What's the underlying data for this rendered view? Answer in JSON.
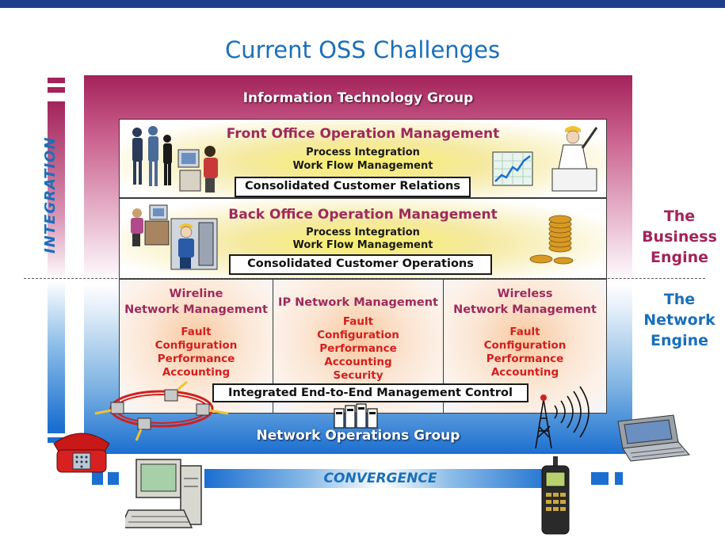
{
  "title": "Current OSS Challenges",
  "it_group": "Information Technology Group",
  "front_office": {
    "heading": "Front Office Operation Management",
    "lines": [
      "Process Integration",
      "Work Flow Management"
    ],
    "consolidated": "Consolidated Customer Relations"
  },
  "back_office": {
    "heading": "Back Office Operation Management",
    "lines": [
      "Process Integration",
      "Work Flow Management"
    ],
    "consolidated": "Consolidated Customer Operations"
  },
  "network_columns": [
    {
      "title_lines": [
        "Wireline",
        "Network Management"
      ],
      "functions": [
        "Fault",
        "Configuration",
        "Performance",
        "Accounting"
      ]
    },
    {
      "title_lines": [
        "IP Network Management"
      ],
      "functions": [
        "Fault",
        "Configuration",
        "Performance",
        "Accounting",
        "Security"
      ]
    },
    {
      "title_lines": [
        "Wireless",
        "Network Management"
      ],
      "functions": [
        "Fault",
        "Configuration",
        "Performance",
        "Accounting"
      ]
    }
  ],
  "end_to_end": "Integrated End-to-End Management Control",
  "netops_group": "Network Operations Group",
  "business_engine": [
    "The",
    "Business",
    "Engine"
  ],
  "network_engine": [
    "The",
    "Network",
    "Engine"
  ],
  "integration_label": "INTEGRATION",
  "convergence_label": "CONVERGENCE",
  "colors": {
    "title_blue": "#1a6fba",
    "magenta": "#a3235a",
    "function_red": "#d21f1f",
    "network_blue": "#1b6fd0"
  },
  "icons": [
    "business-people-icon",
    "computer-user-icon",
    "stock-chart-icon",
    "presenter-woman-icon",
    "office-worker-icon",
    "technician-icon",
    "coins-icon",
    "ring-network-icon",
    "servers-icon",
    "radio-tower-icon",
    "red-phone-icon",
    "pc-computer-icon",
    "mobile-phone-icon",
    "handheld-device-icon"
  ]
}
